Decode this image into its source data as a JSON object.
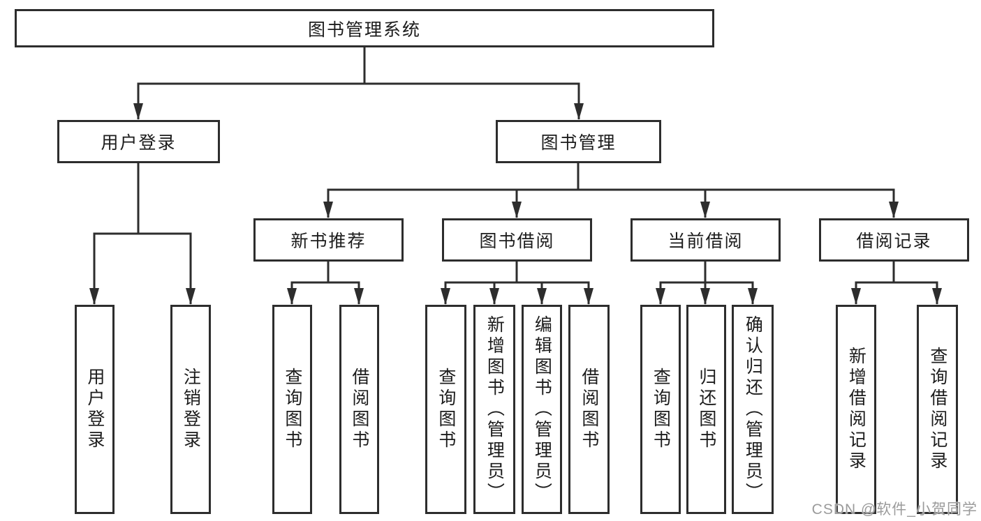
{
  "colors": {
    "line": "#2d2d2d",
    "text": "#1c1c1c",
    "watermark": "#9b9b9b",
    "background": "#ffffff"
  },
  "tree": {
    "root": {
      "label": "图书管理系统"
    },
    "branches": [
      {
        "label": "用户登录",
        "children": [
          {
            "label": "用户登录"
          },
          {
            "label": "注销登录"
          }
        ]
      },
      {
        "label": "图书管理",
        "children": [
          {
            "label": "新书推荐",
            "children": [
              {
                "label": "查询图书"
              },
              {
                "label": "借阅图书"
              }
            ]
          },
          {
            "label": "图书借阅",
            "children": [
              {
                "label": "查询图书"
              },
              {
                "label": "新增图书（管理员）"
              },
              {
                "label": "编辑图书（管理员）"
              },
              {
                "label": "借阅图书"
              }
            ]
          },
          {
            "label": "当前借阅",
            "children": [
              {
                "label": "查询图书"
              },
              {
                "label": "归还图书"
              },
              {
                "label": "确认归还（管理员）"
              }
            ]
          },
          {
            "label": "借阅记录",
            "children": [
              {
                "label": "新增借阅记录"
              },
              {
                "label": "查询借阅记录"
              }
            ]
          }
        ]
      }
    ]
  },
  "watermark": "CSDN @软件_小贺同学"
}
